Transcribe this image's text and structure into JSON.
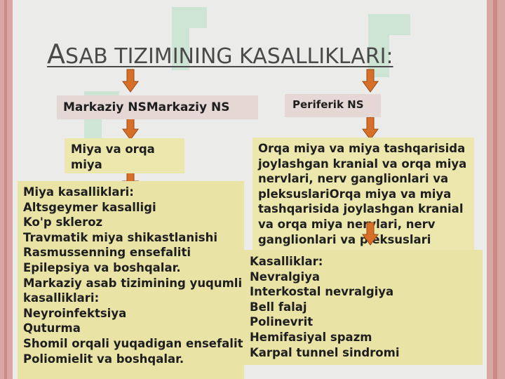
{
  "title": {
    "first_letter": "A",
    "rest": "SAB TIZIMINING KASALLIKLARI:"
  },
  "central": {
    "label": "Markaziy NSMarkaziy NS",
    "sub": [
      "Miya va orqa",
      "miya"
    ],
    "diseases": [
      "Miya kasalliklari:",
      "Altsgeymer kasalligi",
      "Ko'p skleroz",
      "Travmatik miya shikastlanishi",
      "Rasmussenning ensefaliti",
      "Epilepsiya va boshqalar.",
      "Markaziy asab tizimining yuqumli",
      "kasalliklari:",
      "Neyroinfektsiya",
      "Quturma",
      "Shomil orqali yuqadigan ensefalit",
      "Poliomielit va boshqalar."
    ]
  },
  "peripheral": {
    "label": "Periferik NS",
    "description": [
      "Orqa miya va miya tashqarisida",
      "joylashgan kranial va orqa miya",
      "nervlari, nerv ganglionlari va",
      "pleksuslariOrqa miya va miya",
      "tashqarisida joylashgan kranial",
      "va orqa miya nervlari, nerv",
      "ganglionlari va pleksuslari"
    ],
    "diseases": [
      "Kasalliklar:",
      "Nevralgiya",
      "Interkostal nevralgiya",
      "Bell falaj",
      "Polinevrit",
      "Hemifasiyal spazm",
      "Karpal tunnel sindromi"
    ]
  },
  "colors": {
    "arrow": "#d86f28",
    "arrow_border": "#9a4a17",
    "box_pink": "#e4d7d4",
    "box_yellow": "#ece7ad",
    "accent_band": "#d9a6a3"
  }
}
